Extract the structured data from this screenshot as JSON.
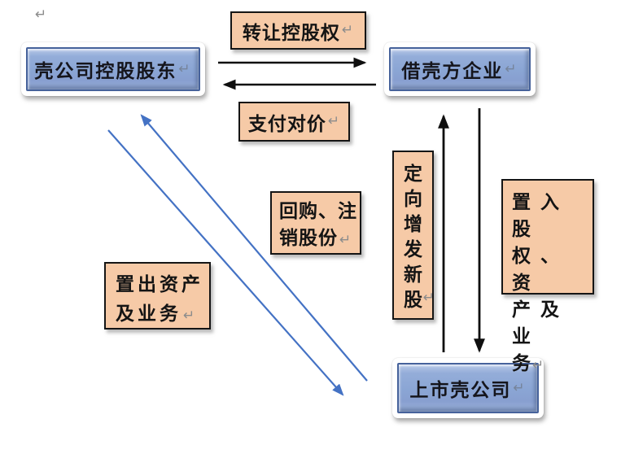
{
  "document": {
    "paragraph_mark": "↵"
  },
  "nodes": {
    "shell_shareholder": {
      "label": "壳公司控股股东"
    },
    "acquirer": {
      "label": "借壳方企业"
    },
    "listed_shell": {
      "label": "上市壳公司"
    }
  },
  "labels": {
    "transfer_control": {
      "lines": [
        "转让控股权"
      ]
    },
    "pay_consideration": {
      "lines": [
        "支付对价"
      ]
    },
    "buyback_cancel": {
      "lines": [
        "回购、注",
        "销股份"
      ]
    },
    "private_placement": {
      "lines": [
        "定",
        "向",
        "增",
        "发",
        "新",
        "股"
      ]
    },
    "inject_assets": {
      "lines": [
        "置入股",
        "权、资",
        "产及业",
        "务"
      ]
    },
    "divest_assets": {
      "lines": [
        "置出资产",
        "及业务"
      ]
    }
  },
  "colors": {
    "node_fill": "#8aa5d4",
    "node_border": "#46629b",
    "label_fill": "#f6caa7",
    "label_border": "#151515",
    "arrow_black": "#0f0f0f",
    "arrow_blue": "#4472c4",
    "mark_gray": "#8c8c8c"
  }
}
